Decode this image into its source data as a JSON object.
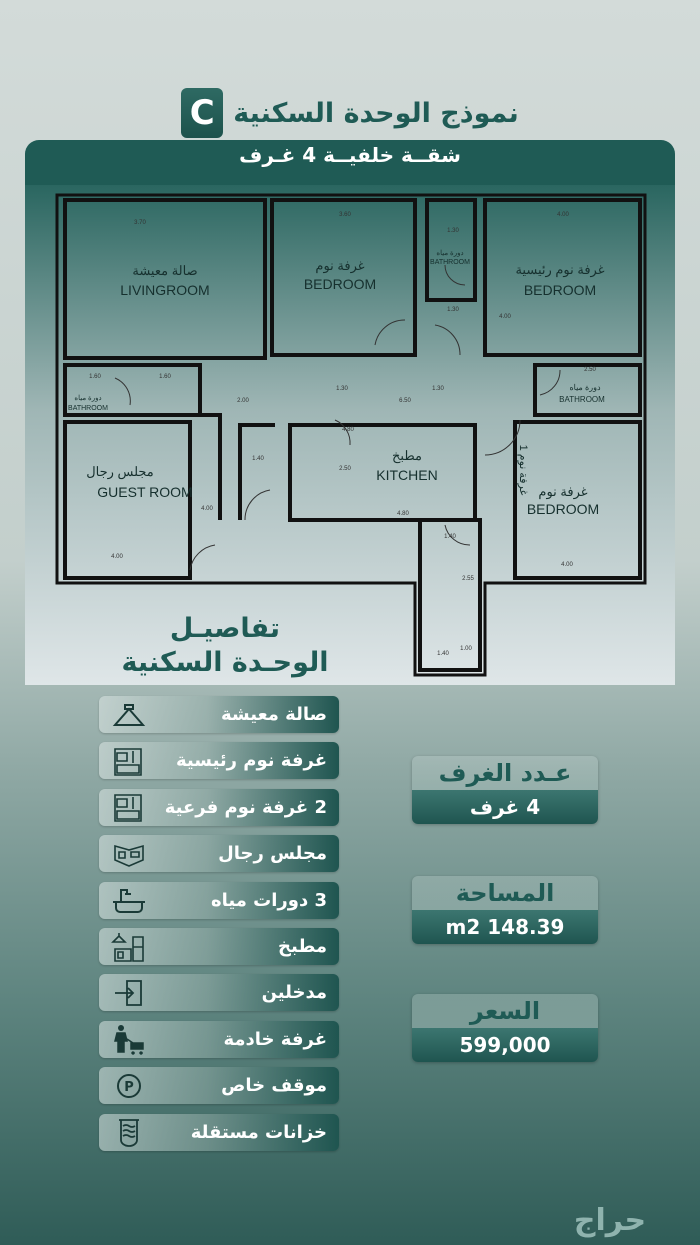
{
  "header": {
    "title": "نموذج الوحدة السكنية",
    "badge": "C",
    "subtitle": "شقــة خلفيــة 4 غـرف"
  },
  "plan": {
    "rooms": [
      {
        "ar": "صالة معيشة",
        "en": "LIVINGROOM"
      },
      {
        "ar": "غرفة نوم",
        "en": "BEDROOM"
      },
      {
        "ar": "دورة مياه",
        "en": "BATHROOM"
      },
      {
        "ar": "غرفة نوم رئيسية",
        "en": "BEDROOM"
      },
      {
        "ar": "دورة مياه",
        "en": "BATHROOM"
      },
      {
        "ar": "مجلس رجال",
        "en": "GUEST ROOM"
      },
      {
        "ar": "مطبخ",
        "en": "KITCHEN"
      },
      {
        "ar": "دورة مياه",
        "en": "BATHROOM"
      },
      {
        "ar": "غرفة نوم",
        "en": "BEDROOM"
      }
    ],
    "annotation": "غرفة نوم 1",
    "dims": [
      "3.70",
      "3.60",
      "4.00",
      "1.30",
      "1.30",
      "1.60",
      "1.60",
      "2.00",
      "6.50",
      "4.80",
      "1.40",
      "2.50",
      "4.80",
      "1.40",
      "2.55",
      "1.40",
      "4.00",
      "4.00",
      "2.50",
      "1.30",
      "1.30",
      "4.00",
      "4.00",
      "1.00"
    ]
  },
  "details": {
    "title_line1": "تفاصيـل",
    "title_line2": "الوحـدة السكنية",
    "items": [
      {
        "label": "صالة معيشة",
        "icon": "ceiling-lamp-icon"
      },
      {
        "label": "غرفة نوم رئيسية",
        "icon": "bedroom-icon"
      },
      {
        "label": "2 غرفة نوم فرعية",
        "icon": "bedroom-icon"
      },
      {
        "label": "مجلس رجال",
        "icon": "sitting-room-icon"
      },
      {
        "label": "3 دورات مياه",
        "icon": "bathtub-icon"
      },
      {
        "label": "مطبخ",
        "icon": "kitchen-icon"
      },
      {
        "label": "مدخلين",
        "icon": "entrance-icon"
      },
      {
        "label": "غرفة خادمة",
        "icon": "maid-icon"
      },
      {
        "label": "موقف خاص",
        "icon": "parking-icon"
      },
      {
        "label": "خزانات مستقلة",
        "icon": "water-tank-icon"
      }
    ]
  },
  "stats": [
    {
      "title": "عـدد الغرف",
      "value": "4 غرف"
    },
    {
      "title": "المساحة",
      "value": "148.39 m2"
    },
    {
      "title": "السعر",
      "value": "599,000"
    }
  ],
  "logo": "حراج",
  "colors": {
    "brand": "#1f5b55"
  }
}
